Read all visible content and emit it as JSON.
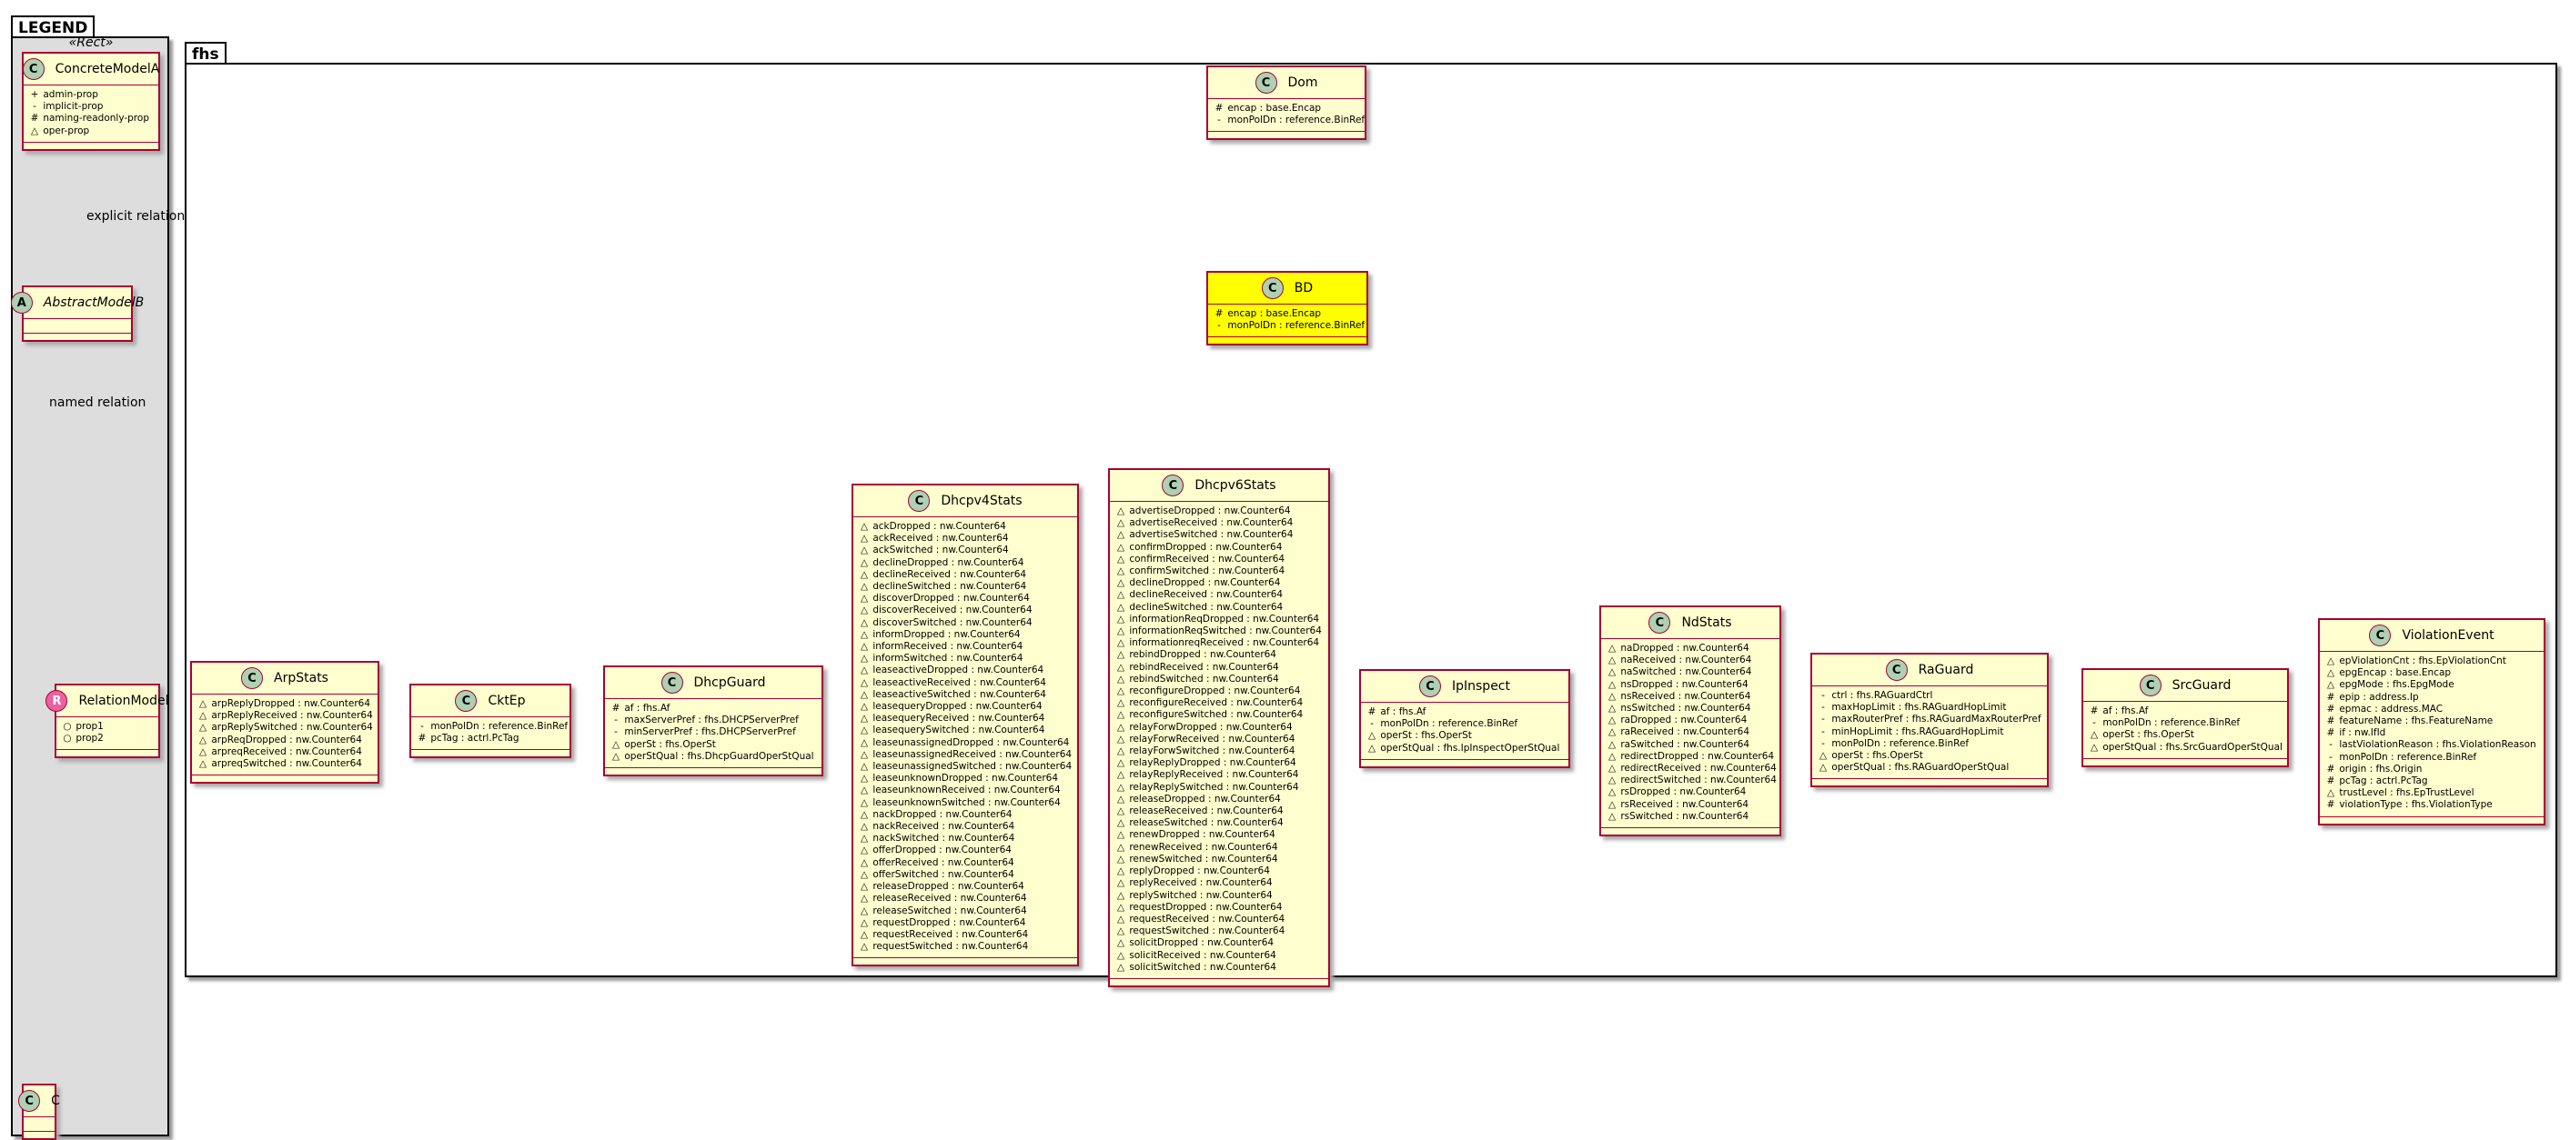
{
  "legend": {
    "title": "LEGEND",
    "stereotype": "«Rect»",
    "concrete": {
      "name": "ConcreteModelA",
      "badge": "C",
      "attrs": [
        {
          "vis": "+",
          "name": "admin-prop"
        },
        {
          "vis": "-",
          "name": "implicit-prop"
        },
        {
          "vis": "#",
          "name": "naming-readonly-prop"
        },
        {
          "vis": "△",
          "name": "oper-prop"
        }
      ]
    },
    "abstract": {
      "name": "AbstractModelB",
      "badge": "A"
    },
    "relation": {
      "name": "RelationModel",
      "badge": "R",
      "attrs": [
        {
          "vis": "○",
          "name": "prop1"
        },
        {
          "vis": "○",
          "name": "prop2"
        }
      ]
    },
    "c": {
      "name": "C",
      "badge": "C"
    },
    "explicit_label": "explicit relation",
    "named_label": "named relation"
  },
  "package": {
    "title": "fhs"
  },
  "classes": {
    "dom": {
      "name": "Dom",
      "badge": "C",
      "attrs": [
        {
          "vis": "#",
          "name": "encap : base.Encap"
        },
        {
          "vis": "-",
          "name": "monPolDn : reference.BinRef"
        }
      ]
    },
    "bd": {
      "name": "BD",
      "badge": "C",
      "attrs": [
        {
          "vis": "#",
          "name": "encap : base.Encap"
        },
        {
          "vis": "-",
          "name": "monPolDn : reference.BinRef"
        }
      ]
    },
    "arpstats": {
      "name": "ArpStats",
      "badge": "C",
      "attrs": [
        {
          "vis": "△",
          "name": "arpReplyDropped : nw.Counter64"
        },
        {
          "vis": "△",
          "name": "arpReplyReceived : nw.Counter64"
        },
        {
          "vis": "△",
          "name": "arpReplySwitched : nw.Counter64"
        },
        {
          "vis": "△",
          "name": "arpReqDropped : nw.Counter64"
        },
        {
          "vis": "△",
          "name": "arpreqReceived : nw.Counter64"
        },
        {
          "vis": "△",
          "name": "arpreqSwitched : nw.Counter64"
        }
      ]
    },
    "cktep": {
      "name": "CktEp",
      "badge": "C",
      "attrs": [
        {
          "vis": "-",
          "name": "monPolDn : reference.BinRef"
        },
        {
          "vis": "#",
          "name": "pcTag : actrl.PcTag"
        }
      ]
    },
    "dhcpguard": {
      "name": "DhcpGuard",
      "badge": "C",
      "attrs": [
        {
          "vis": "#",
          "name": "af : fhs.Af"
        },
        {
          "vis": "-",
          "name": "maxServerPref : fhs.DHCPServerPref"
        },
        {
          "vis": "-",
          "name": "minServerPref : fhs.DHCPServerPref"
        },
        {
          "vis": "△",
          "name": "operSt : fhs.OperSt"
        },
        {
          "vis": "△",
          "name": "operStQual : fhs.DhcpGuardOperStQual"
        }
      ]
    },
    "dhcpv4": {
      "name": "Dhcpv4Stats",
      "badge": "C",
      "attrs": [
        {
          "vis": "△",
          "name": "ackDropped : nw.Counter64"
        },
        {
          "vis": "△",
          "name": "ackReceived : nw.Counter64"
        },
        {
          "vis": "△",
          "name": "ackSwitched : nw.Counter64"
        },
        {
          "vis": "△",
          "name": "declineDropped : nw.Counter64"
        },
        {
          "vis": "△",
          "name": "declineReceived : nw.Counter64"
        },
        {
          "vis": "△",
          "name": "declineSwitched : nw.Counter64"
        },
        {
          "vis": "△",
          "name": "discoverDropped : nw.Counter64"
        },
        {
          "vis": "△",
          "name": "discoverReceived : nw.Counter64"
        },
        {
          "vis": "△",
          "name": "discoverSwitched : nw.Counter64"
        },
        {
          "vis": "△",
          "name": "informDropped : nw.Counter64"
        },
        {
          "vis": "△",
          "name": "informReceived : nw.Counter64"
        },
        {
          "vis": "△",
          "name": "informSwitched : nw.Counter64"
        },
        {
          "vis": "△",
          "name": "leaseactiveDropped : nw.Counter64"
        },
        {
          "vis": "△",
          "name": "leaseactiveReceived : nw.Counter64"
        },
        {
          "vis": "△",
          "name": "leaseactiveSwitched : nw.Counter64"
        },
        {
          "vis": "△",
          "name": "leasequeryDropped : nw.Counter64"
        },
        {
          "vis": "△",
          "name": "leasequeryReceived : nw.Counter64"
        },
        {
          "vis": "△",
          "name": "leasequerySwitched : nw.Counter64"
        },
        {
          "vis": "△",
          "name": "leaseunassignedDropped : nw.Counter64"
        },
        {
          "vis": "△",
          "name": "leaseunassignedReceived : nw.Counter64"
        },
        {
          "vis": "△",
          "name": "leaseunassignedSwitched : nw.Counter64"
        },
        {
          "vis": "△",
          "name": "leaseunknownDropped : nw.Counter64"
        },
        {
          "vis": "△",
          "name": "leaseunknownReceived : nw.Counter64"
        },
        {
          "vis": "△",
          "name": "leaseunknownSwitched : nw.Counter64"
        },
        {
          "vis": "△",
          "name": "nackDropped : nw.Counter64"
        },
        {
          "vis": "△",
          "name": "nackReceived : nw.Counter64"
        },
        {
          "vis": "△",
          "name": "nackSwitched : nw.Counter64"
        },
        {
          "vis": "△",
          "name": "offerDropped : nw.Counter64"
        },
        {
          "vis": "△",
          "name": "offerReceived : nw.Counter64"
        },
        {
          "vis": "△",
          "name": "offerSwitched : nw.Counter64"
        },
        {
          "vis": "△",
          "name": "releaseDropped : nw.Counter64"
        },
        {
          "vis": "△",
          "name": "releaseReceived : nw.Counter64"
        },
        {
          "vis": "△",
          "name": "releaseSwitched : nw.Counter64"
        },
        {
          "vis": "△",
          "name": "requestDropped : nw.Counter64"
        },
        {
          "vis": "△",
          "name": "requestReceived : nw.Counter64"
        },
        {
          "vis": "△",
          "name": "requestSwitched : nw.Counter64"
        }
      ]
    },
    "dhcpv6": {
      "name": "Dhcpv6Stats",
      "badge": "C",
      "attrs": [
        {
          "vis": "△",
          "name": "advertiseDropped : nw.Counter64"
        },
        {
          "vis": "△",
          "name": "advertiseReceived : nw.Counter64"
        },
        {
          "vis": "△",
          "name": "advertiseSwitched : nw.Counter64"
        },
        {
          "vis": "△",
          "name": "confirmDropped : nw.Counter64"
        },
        {
          "vis": "△",
          "name": "confirmReceived : nw.Counter64"
        },
        {
          "vis": "△",
          "name": "confirmSwitched : nw.Counter64"
        },
        {
          "vis": "△",
          "name": "declineDropped : nw.Counter64"
        },
        {
          "vis": "△",
          "name": "declineReceived : nw.Counter64"
        },
        {
          "vis": "△",
          "name": "declineSwitched : nw.Counter64"
        },
        {
          "vis": "△",
          "name": "informationReqDropped : nw.Counter64"
        },
        {
          "vis": "△",
          "name": "informationReqSwitched : nw.Counter64"
        },
        {
          "vis": "△",
          "name": "informationreqReceived : nw.Counter64"
        },
        {
          "vis": "△",
          "name": "rebindDropped : nw.Counter64"
        },
        {
          "vis": "△",
          "name": "rebindReceived : nw.Counter64"
        },
        {
          "vis": "△",
          "name": "rebindSwitched : nw.Counter64"
        },
        {
          "vis": "△",
          "name": "reconfigureDropped : nw.Counter64"
        },
        {
          "vis": "△",
          "name": "reconfigureReceived : nw.Counter64"
        },
        {
          "vis": "△",
          "name": "reconfigureSwitched : nw.Counter64"
        },
        {
          "vis": "△",
          "name": "relayForwDropped : nw.Counter64"
        },
        {
          "vis": "△",
          "name": "relayForwReceived : nw.Counter64"
        },
        {
          "vis": "△",
          "name": "relayForwSwitched : nw.Counter64"
        },
        {
          "vis": "△",
          "name": "relayReplyDropped : nw.Counter64"
        },
        {
          "vis": "△",
          "name": "relayReplyReceived : nw.Counter64"
        },
        {
          "vis": "△",
          "name": "relayReplySwitched : nw.Counter64"
        },
        {
          "vis": "△",
          "name": "releaseDropped : nw.Counter64"
        },
        {
          "vis": "△",
          "name": "releaseReceived : nw.Counter64"
        },
        {
          "vis": "△",
          "name": "releaseSwitched : nw.Counter64"
        },
        {
          "vis": "△",
          "name": "renewDropped : nw.Counter64"
        },
        {
          "vis": "△",
          "name": "renewReceived : nw.Counter64"
        },
        {
          "vis": "△",
          "name": "renewSwitched : nw.Counter64"
        },
        {
          "vis": "△",
          "name": "replyDropped : nw.Counter64"
        },
        {
          "vis": "△",
          "name": "replyReceived : nw.Counter64"
        },
        {
          "vis": "△",
          "name": "replySwitched : nw.Counter64"
        },
        {
          "vis": "△",
          "name": "requestDropped : nw.Counter64"
        },
        {
          "vis": "△",
          "name": "requestReceived : nw.Counter64"
        },
        {
          "vis": "△",
          "name": "requestSwitched : nw.Counter64"
        },
        {
          "vis": "△",
          "name": "solicitDropped : nw.Counter64"
        },
        {
          "vis": "△",
          "name": "solicitReceived : nw.Counter64"
        },
        {
          "vis": "△",
          "name": "solicitSwitched : nw.Counter64"
        }
      ]
    },
    "ipinspect": {
      "name": "IpInspect",
      "badge": "C",
      "attrs": [
        {
          "vis": "#",
          "name": "af : fhs.Af"
        },
        {
          "vis": "-",
          "name": "monPolDn : reference.BinRef"
        },
        {
          "vis": "△",
          "name": "operSt : fhs.OperSt"
        },
        {
          "vis": "△",
          "name": "operStQual : fhs.IpInspectOperStQual"
        }
      ]
    },
    "ndstats": {
      "name": "NdStats",
      "badge": "C",
      "attrs": [
        {
          "vis": "△",
          "name": "naDropped : nw.Counter64"
        },
        {
          "vis": "△",
          "name": "naReceived : nw.Counter64"
        },
        {
          "vis": "△",
          "name": "naSwitched : nw.Counter64"
        },
        {
          "vis": "△",
          "name": "nsDropped : nw.Counter64"
        },
        {
          "vis": "△",
          "name": "nsReceived : nw.Counter64"
        },
        {
          "vis": "△",
          "name": "nsSwitched : nw.Counter64"
        },
        {
          "vis": "△",
          "name": "raDropped : nw.Counter64"
        },
        {
          "vis": "△",
          "name": "raReceived : nw.Counter64"
        },
        {
          "vis": "△",
          "name": "raSwitched : nw.Counter64"
        },
        {
          "vis": "△",
          "name": "redirectDropped : nw.Counter64"
        },
        {
          "vis": "△",
          "name": "redirectReceived : nw.Counter64"
        },
        {
          "vis": "△",
          "name": "redirectSwitched : nw.Counter64"
        },
        {
          "vis": "△",
          "name": "rsDropped : nw.Counter64"
        },
        {
          "vis": "△",
          "name": "rsReceived : nw.Counter64"
        },
        {
          "vis": "△",
          "name": "rsSwitched : nw.Counter64"
        }
      ]
    },
    "raguard": {
      "name": "RaGuard",
      "badge": "C",
      "attrs": [
        {
          "vis": "-",
          "name": "ctrl : fhs.RAGuardCtrl"
        },
        {
          "vis": "-",
          "name": "maxHopLimit : fhs.RAGuardHopLimit"
        },
        {
          "vis": "-",
          "name": "maxRouterPref : fhs.RAGuardMaxRouterPref"
        },
        {
          "vis": "-",
          "name": "minHopLimit : fhs.RAGuardHopLimit"
        },
        {
          "vis": "-",
          "name": "monPolDn : reference.BinRef"
        },
        {
          "vis": "△",
          "name": "operSt : fhs.OperSt"
        },
        {
          "vis": "△",
          "name": "operStQual : fhs.RAGuardOperStQual"
        }
      ]
    },
    "srcguard": {
      "name": "SrcGuard",
      "badge": "C",
      "attrs": [
        {
          "vis": "#",
          "name": "af : fhs.Af"
        },
        {
          "vis": "-",
          "name": "monPolDn : reference.BinRef"
        },
        {
          "vis": "△",
          "name": "operSt : fhs.OperSt"
        },
        {
          "vis": "△",
          "name": "operStQual : fhs.SrcGuardOperStQual"
        }
      ]
    },
    "violation": {
      "name": "ViolationEvent",
      "badge": "C",
      "attrs": [
        {
          "vis": "△",
          "name": "epViolationCnt : fhs.EpViolationCnt"
        },
        {
          "vis": "△",
          "name": "epgEncap : base.Encap"
        },
        {
          "vis": "△",
          "name": "epgMode : fhs.EpgMode"
        },
        {
          "vis": "#",
          "name": "epip : address.Ip"
        },
        {
          "vis": "#",
          "name": "epmac : address.MAC"
        },
        {
          "vis": "#",
          "name": "featureName : fhs.FeatureName"
        },
        {
          "vis": "#",
          "name": "if : nw.IfId"
        },
        {
          "vis": "-",
          "name": "lastViolationReason : fhs.ViolationReason"
        },
        {
          "vis": "-",
          "name": "monPolDn : reference.BinRef"
        },
        {
          "vis": "#",
          "name": "origin : fhs.Origin"
        },
        {
          "vis": "#",
          "name": "pcTag : actrl.PcTag"
        },
        {
          "vis": "△",
          "name": "trustLevel : fhs.EpTrustLevel"
        },
        {
          "vis": "#",
          "name": "violationType : fhs.ViolationType"
        }
      ]
    }
  },
  "colors": {
    "border": "#a80036",
    "class_bg": "#fefece",
    "highlight": "#ffff00",
    "legend_bg": "#dddddd",
    "badge_class": "#add1b2",
    "badge_rel": "#ea61a1"
  }
}
